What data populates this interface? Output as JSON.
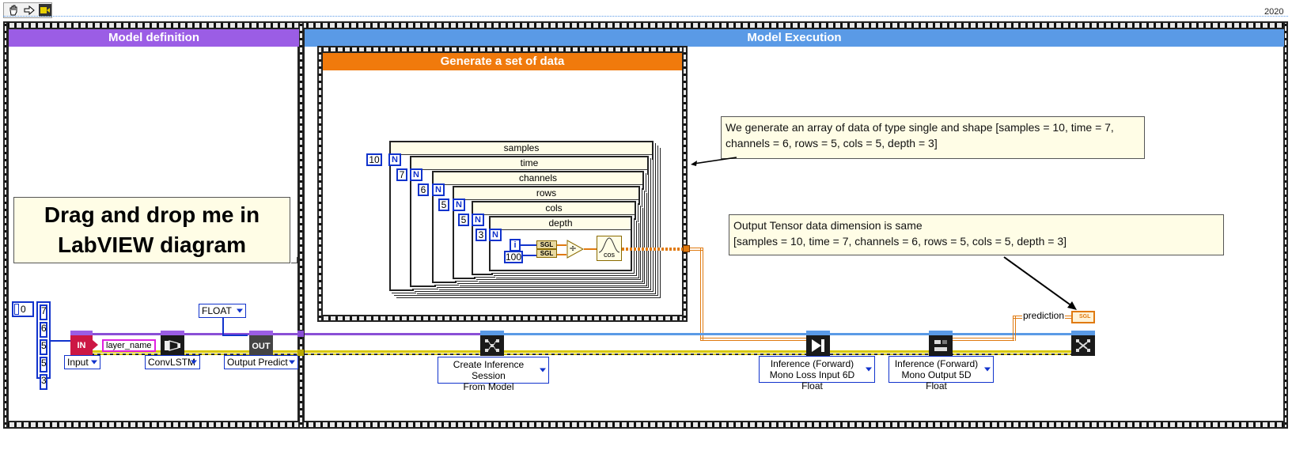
{
  "toolbar": {
    "version": "2020"
  },
  "icons": {
    "hand": "hand-icon",
    "arrow": "run-arrow-icon",
    "highlight": "highlight-execution-icon"
  },
  "colors": {
    "model_definition_header": "#9b5de5",
    "model_execution_header": "#5a9ae6",
    "generate_header": "#f07a0c",
    "purple_wire": "#8a4fd6",
    "blue_wire": "#5a9ae6",
    "orange_wire": "#e07a10",
    "in_node": "#cc1744"
  },
  "model_definition": {
    "header": "Model definition",
    "drag_text": "Drag and drop me in LabVIEW diagram",
    "array_index": "0",
    "shape_values": [
      "7",
      "6",
      "5",
      "5",
      "3"
    ],
    "in_label": "IN",
    "out_label": "OUT",
    "layer_name": "layer_name",
    "input_ring": "Input",
    "convlstm_ring": "ConvLSTM",
    "output_ring": "Output Predict",
    "float_ring": "FLOAT"
  },
  "model_execution": {
    "header": "Model Execution",
    "generate": {
      "header": "Generate a set of data",
      "loops": [
        {
          "label": "samples",
          "count": "10",
          "n": "N"
        },
        {
          "label": "time",
          "count": "7",
          "n": "N"
        },
        {
          "label": "channels",
          "count": "6",
          "n": "N"
        },
        {
          "label": "rows",
          "count": "5",
          "n": "N"
        },
        {
          "label": "cols",
          "count": "5",
          "n": "N"
        },
        {
          "label": "depth",
          "count": "3",
          "n": "N"
        }
      ],
      "i_label": "i",
      "const_100": "100",
      "sgl_1": "SGL",
      "sgl_2": "SGL",
      "divide": "÷",
      "cos": "cos"
    },
    "comment_1": "We generate an array of data of type single and shape [samples = 10, time = 7, channels = 6, rows = 5, cols = 5, depth = 3]",
    "comment_2_line1": "Output Tensor data dimension is same",
    "comment_2_line2": "[samples = 10, time = 7, channels = 6, rows = 5, cols = 5, depth = 3]",
    "create_session_line1": "Create Inference Session",
    "create_session_line2": "From Model",
    "inference_1_line1": "Inference (Forward)",
    "inference_1_line2": "Mono Loss Input 6D Float",
    "inference_2_line1": "Inference (Forward)",
    "inference_2_line2": "Mono Output 5D Float",
    "prediction_label": "prediction",
    "prediction_type": "SGL"
  }
}
